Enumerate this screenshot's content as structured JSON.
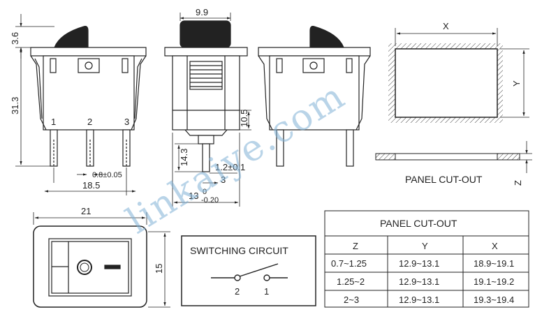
{
  "watermark": "linkaiye.com",
  "dimensions": {
    "side_height": "31.3",
    "top_height": "3.6",
    "end_width": "9.9",
    "body_height": "10.5",
    "pin_height": "14.3",
    "pin_gap": "1.2±0.1",
    "pin_thickness": "3",
    "bottom_width": "13",
    "bottom_width_tol_upper": "0",
    "bottom_width_tol_lower": "-0.20",
    "pin_width": "0.8±0.05",
    "pin_spacing": "18.5",
    "front_width": "21",
    "front_height": "15"
  },
  "pins": [
    "1",
    "2",
    "3"
  ],
  "panel": {
    "x_label": "X",
    "y_label": "Y",
    "z_label": "Z",
    "caption": "PANEL CUT-OUT"
  },
  "switching_circuit": {
    "title": "SWITCHING CIRCUIT",
    "terminal_left": "2",
    "terminal_right": "1"
  },
  "front_view": {
    "off_symbol": "O",
    "on_symbol": "—"
  },
  "cutout_table": {
    "title": "PANEL CUT-OUT",
    "headers": [
      "Z",
      "Y",
      "X"
    ],
    "rows": [
      [
        "0.7~1.25",
        "12.9~13.1",
        "18.9~19.1"
      ],
      [
        "1.25~2",
        "12.9~13.1",
        "19.1~19.2"
      ],
      [
        "2~3",
        "12.9~13.1",
        "19.3~19.4"
      ]
    ]
  }
}
